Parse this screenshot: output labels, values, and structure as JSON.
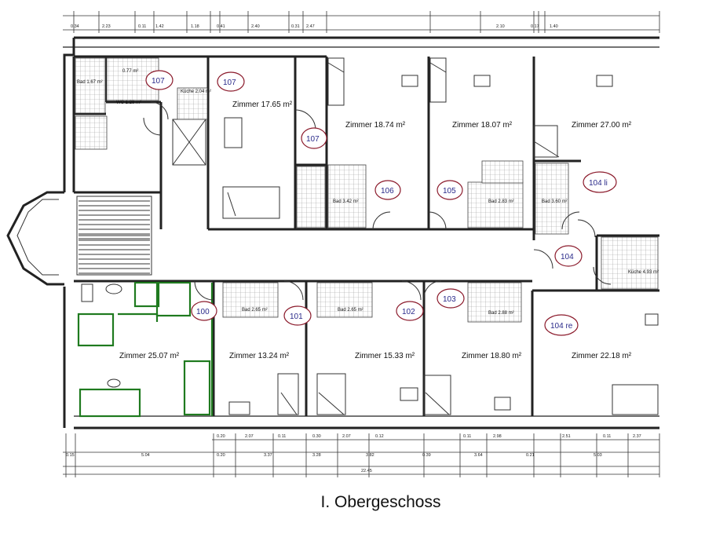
{
  "caption": "I. Obergeschoss",
  "rooms": {
    "zimmer_1765": "Zimmer 17.65 m²",
    "zimmer_1874": "Zimmer 18.74 m²",
    "zimmer_1807": "Zimmer 18.07 m²",
    "zimmer_2700": "Zimmer 27.00 m²",
    "zimmer_2507": "Zimmer 25.07 m²",
    "zimmer_1324": "Zimmer 13.24 m²",
    "zimmer_1533": "Zimmer 15.33 m²",
    "zimmer_1880": "Zimmer 18.80 m²",
    "zimmer_2218": "Zimmer 22.18 m²"
  },
  "small_rooms": {
    "bad_167": "Bad 1.67 m²",
    "r_077": "0.77 m²",
    "wc_128": "WC 1.28 m²",
    "kuche_204": "Küche 2.04 m²",
    "bad_342": "Bad 3.42 m²",
    "bad_283": "Bad 2.83 m²",
    "bad_360": "Bad 3.60 m²",
    "kuche_493": "Küche 4.93 m²",
    "bad_265a": "Bad 2.65 m²",
    "bad_265b": "Bad 2.65 m²",
    "bad_288": "Bad 2.88 m²"
  },
  "unit_badges": {
    "b107a": "107",
    "b107b": "107",
    "b107c": "107",
    "b106": "106",
    "b105": "105",
    "b104li": "104 li",
    "b104": "104",
    "b104re": "104 re",
    "b103": "103",
    "b102": "102",
    "b101": "101",
    "b100": "100"
  },
  "dimensions_top": [
    "0.34",
    "2.23",
    "0.11",
    "1.42",
    "1.18",
    "0.41",
    "2.40",
    "0.31",
    "2.47",
    "2.10",
    "0.17",
    "1.40"
  ],
  "dimensions_bottom": [
    "0.20",
    "2.07",
    "0.11",
    "0.30",
    "2.07",
    "0.12",
    "0.11",
    "2.98",
    "2.51",
    "0.11",
    "2.37",
    "0.15",
    "5.04",
    "0.20",
    "3.37",
    "3.28",
    "3.82",
    "0.39",
    "3.64",
    "0.21",
    "5.03",
    "22.45"
  ]
}
